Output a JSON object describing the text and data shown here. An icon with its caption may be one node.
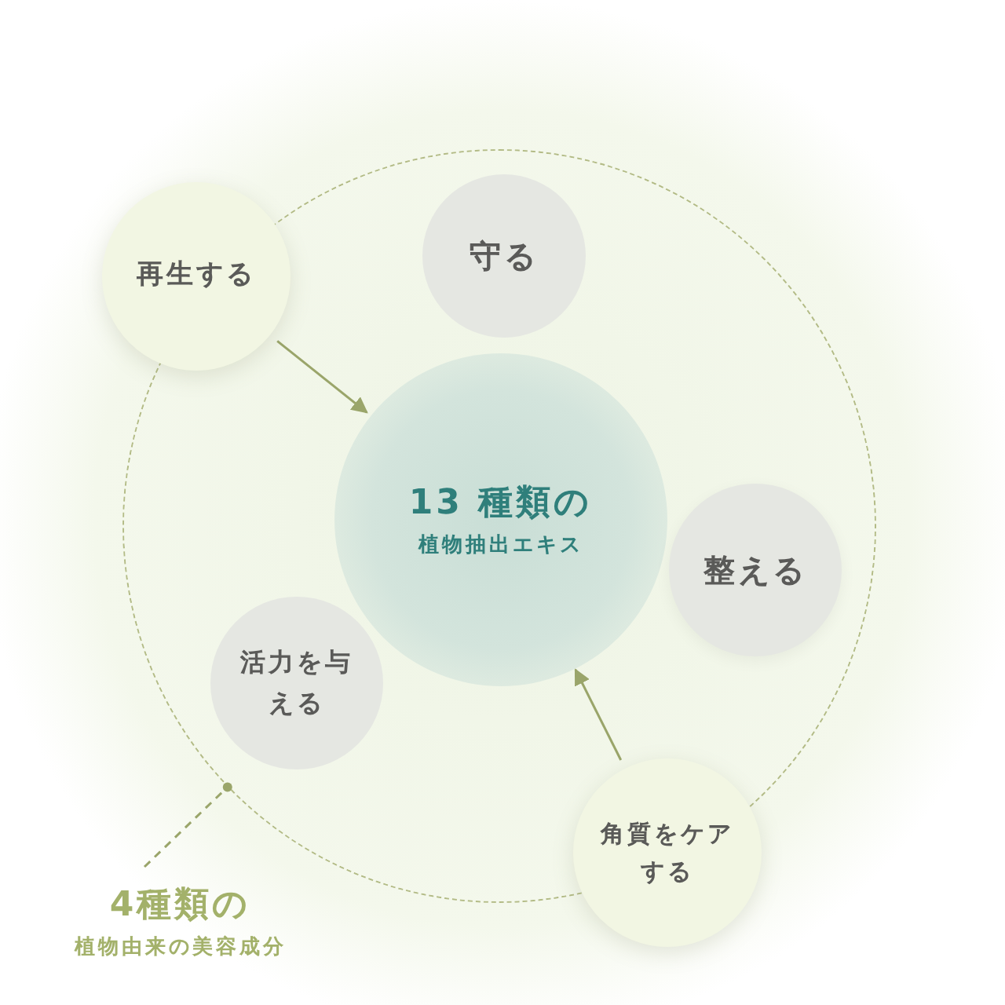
{
  "diagram": {
    "nodes": [
      {
        "text": [],
        "shape": "circle"
      },
      {
        "text": [
          "再生する"
        ]
      },
      {
        "text": [
          "守る"
        ],
        "in": 0
      },
      {
        "text": [
          "13 種類の",
          "植物抽出エキス"
        ],
        "in": 0
      },
      {
        "text": [
          "整える"
        ],
        "in": 0
      },
      {
        "text": [
          "活力を与える"
        ],
        "in": 0
      },
      {
        "text": [
          "角質をケアする"
        ]
      },
      {
        "text": [
          "4種類の",
          "植物由来の美容成分"
        ]
      }
    ],
    "edges": [
      {
        "from": 1,
        "to": 3,
        "arrow": "to"
      },
      {
        "from": 6,
        "to": 3,
        "arrow": "to"
      },
      {
        "from": 7,
        "to": 0,
        "arrow": "other",
        "style": "dashed"
      }
    ]
  }
}
